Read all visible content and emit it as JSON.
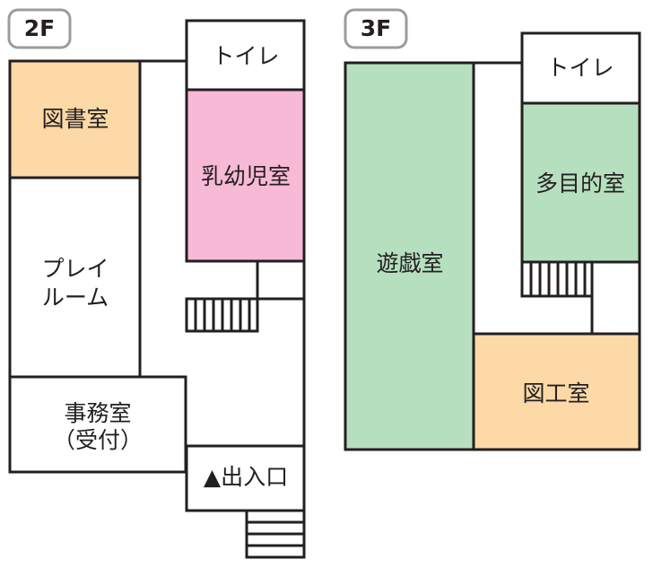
{
  "colors": {
    "line": "#231f20",
    "library": "#fcd9a6",
    "nursery": "#f7b9d5",
    "green": "#b6dfbf",
    "workshop": "#fcd9a6",
    "badge_border": "#9c9c9c"
  },
  "floor2": {
    "badge": "2F",
    "rooms": {
      "library": "図書室",
      "toilet": "トイレ",
      "nursery": "乳幼児室",
      "playroom_line1": "プレイ",
      "playroom_line2": "ルーム",
      "office_line1": "事務室",
      "office_line2": "（受付）",
      "entrance": "▲出入口"
    }
  },
  "floor3": {
    "badge": "3F",
    "rooms": {
      "toilet": "トイレ",
      "multipurpose": "多目的室",
      "playroom": "遊戯室",
      "workshop": "図工室"
    }
  }
}
